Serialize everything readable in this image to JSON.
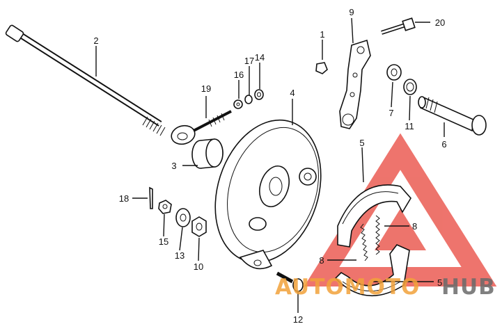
{
  "diagram": {
    "labels": {
      "p1": "1",
      "p2": "2",
      "p3": "3",
      "p4": "4",
      "p5a": "5",
      "p5b": "5",
      "p6": "6",
      "p7": "7",
      "p8a": "8",
      "p8b": "8",
      "p9": "9",
      "p10": "10",
      "p11": "11",
      "p12": "12",
      "p13": "13",
      "p14": "14",
      "p15": "15",
      "p16": "16",
      "p17": "17",
      "p18": "18",
      "p19": "19",
      "p20": "20"
    }
  },
  "watermark": {
    "text_left": "AUTOMOTO",
    "text_right": "HUB",
    "color_red": "#e8463c",
    "color_orange": "#f2a23a",
    "color_gray": "#6a6a6a"
  }
}
